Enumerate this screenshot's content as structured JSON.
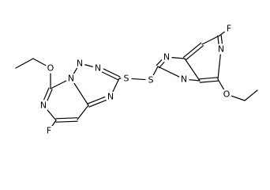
{
  "diagram": {
    "atoms": [
      {
        "id": "a0",
        "symbol": "O"
      },
      {
        "id": "a1",
        "symbol": ""
      },
      {
        "id": "a2",
        "symbol": ""
      },
      {
        "id": "a3",
        "symbol": ""
      },
      {
        "id": "a4",
        "symbol": "N"
      },
      {
        "id": "a5",
        "symbol": "N"
      },
      {
        "id": "a6",
        "symbol": "N"
      },
      {
        "id": "a7",
        "symbol": ""
      },
      {
        "id": "a8",
        "symbol": "S"
      },
      {
        "id": "a9",
        "symbol": "N"
      },
      {
        "id": "a10",
        "symbol": ""
      },
      {
        "id": "a11",
        "symbol": ""
      },
      {
        "id": "a12",
        "symbol": ""
      },
      {
        "id": "a13",
        "symbol": "F"
      },
      {
        "id": "a14",
        "symbol": "S"
      },
      {
        "id": "a15",
        "symbol": ""
      },
      {
        "id": "a16",
        "symbol": "N"
      },
      {
        "id": "a17",
        "symbol": ""
      },
      {
        "id": "a18",
        "symbol": ""
      },
      {
        "id": "a19",
        "symbol": ""
      },
      {
        "id": "a20",
        "symbol": "F"
      },
      {
        "id": "a21",
        "symbol": "N"
      },
      {
        "id": "a22",
        "symbol": ""
      },
      {
        "id": "a23",
        "symbol": "O"
      },
      {
        "id": "a24",
        "symbol": ""
      },
      {
        "id": "a25",
        "symbol": ""
      },
      {
        "id": "a26",
        "symbol": "N"
      },
      {
        "id": "a27",
        "symbol": "N"
      }
    ],
    "bonds": [
      {
        "from": "a1",
        "to": "a0",
        "order": 1
      },
      {
        "from": "a1",
        "to": "a2",
        "order": 1
      },
      {
        "from": "a0",
        "to": "a3",
        "order": 1
      },
      {
        "from": "a3",
        "to": "a4",
        "order": 1
      },
      {
        "from": "a3",
        "to": "a9",
        "order": 2
      },
      {
        "from": "a4",
        "to": "a5",
        "order": 1
      },
      {
        "from": "a5",
        "to": "a6",
        "order": 1
      },
      {
        "from": "a6",
        "to": "a7",
        "order": 2
      },
      {
        "from": "a7",
        "to": "a8",
        "order": 1
      },
      {
        "from": "a7",
        "to": "a27",
        "order": 1
      },
      {
        "from": "a9",
        "to": "a10",
        "order": 1
      },
      {
        "from": "a10",
        "to": "a11",
        "order": 2
      },
      {
        "from": "a10",
        "to": "a13",
        "order": 1
      },
      {
        "from": "a11",
        "to": "a12",
        "order": 1
      },
      {
        "from": "a12",
        "to": "a4",
        "order": 1
      },
      {
        "from": "a12",
        "to": "a27",
        "order": 2
      },
      {
        "from": "a8",
        "to": "a14",
        "order": 1
      },
      {
        "from": "a14",
        "to": "a15",
        "order": 1
      },
      {
        "from": "a15",
        "to": "a16",
        "order": 2
      },
      {
        "from": "a15",
        "to": "a26",
        "order": 1
      },
      {
        "from": "a16",
        "to": "a17",
        "order": 1
      },
      {
        "from": "a17",
        "to": "a18",
        "order": 2
      },
      {
        "from": "a17",
        "to": "a25",
        "order": 1
      },
      {
        "from": "a18",
        "to": "a19",
        "order": 1
      },
      {
        "from": "a19",
        "to": "a20",
        "order": 1
      },
      {
        "from": "a19",
        "to": "a21",
        "order": 2
      },
      {
        "from": "a21",
        "to": "a22",
        "order": 1
      },
      {
        "from": "a22",
        "to": "a23",
        "order": 1
      },
      {
        "from": "a22",
        "to": "a25",
        "order": 2
      },
      {
        "from": "a23",
        "to": "a24",
        "order": 1
      },
      {
        "from": "a24",
        "to": "a28",
        "order": 1
      },
      {
        "from": "a25",
        "to": "a26",
        "order": 1
      },
      {
        "from": "a26",
        "to": "a27",
        "order": 0
      }
    ]
  }
}
